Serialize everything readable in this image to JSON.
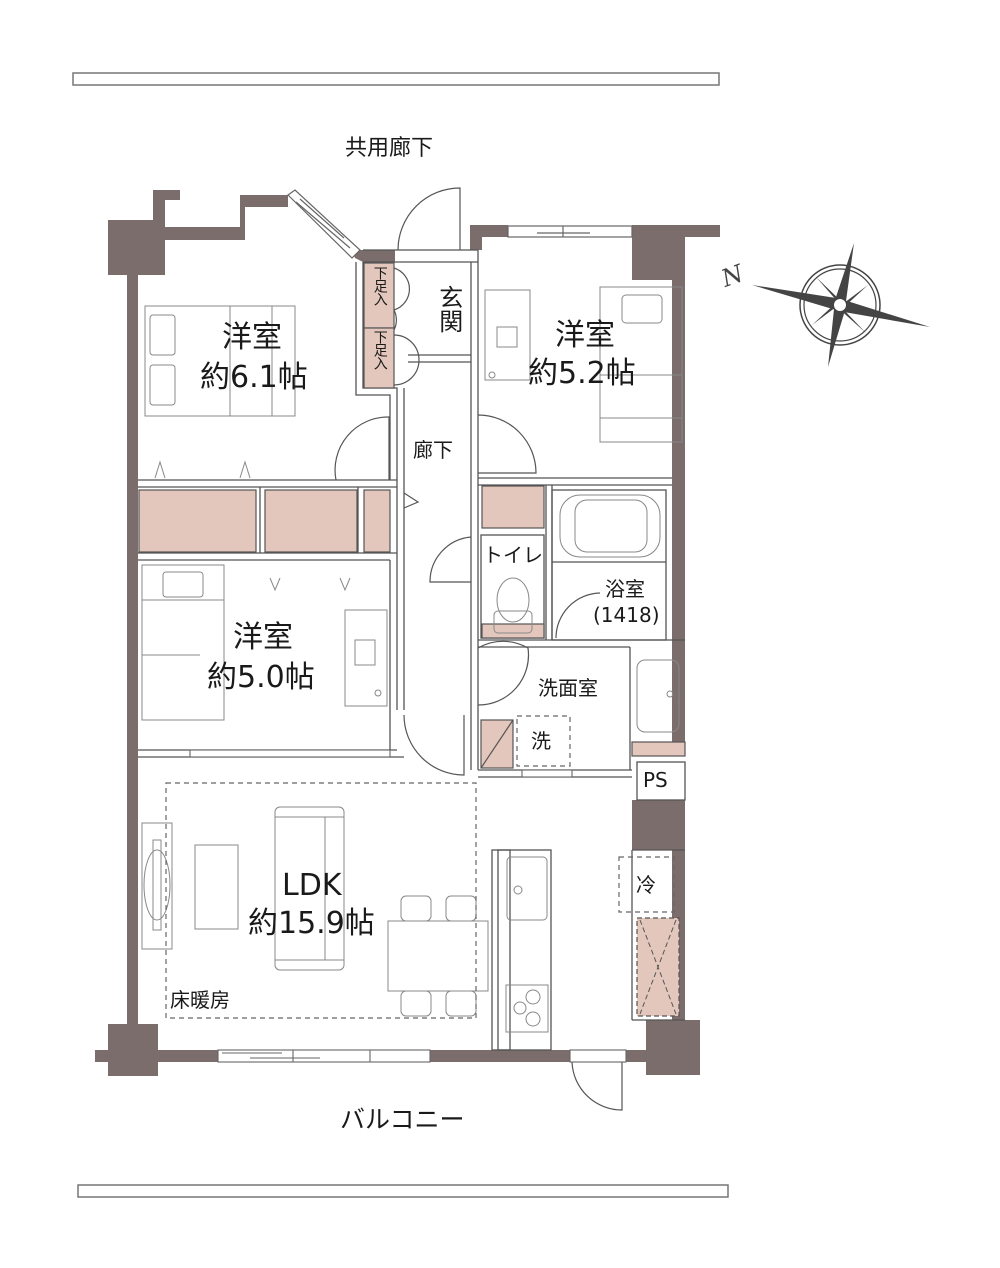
{
  "colors": {
    "wall": "#7a6d6b",
    "storage": "#e3c7bc",
    "line": "#555555",
    "thin_line": "#888888",
    "text": "#1a1a1a"
  },
  "outside": {
    "top_label": "共用廊下",
    "bottom_label": "バルコニー"
  },
  "compass": {
    "north_glyph": "N",
    "icon": "compass-rose-icon"
  },
  "rooms": {
    "bedroom1": {
      "name": "洋室",
      "size": "約6.1帖"
    },
    "bedroom2": {
      "name": "洋室",
      "size": "約5.2帖"
    },
    "bedroom3": {
      "name": "洋室",
      "size": "約5.0帖"
    },
    "ldk": {
      "name": "LDK",
      "size": "約15.9帖",
      "floor_heating": "床暖房"
    },
    "entrance": {
      "name": "玄関"
    },
    "hallway": {
      "name": "廊下"
    },
    "toilet": {
      "name": "トイレ"
    },
    "bath": {
      "name": "浴室",
      "size": "(1418)"
    },
    "washroom": {
      "name": "洗面室"
    }
  },
  "fixtures": {
    "shoe_cabinet_1": "下足入",
    "shoe_cabinet_2": "下足入",
    "washer": "洗",
    "refrigerator": "冷",
    "pipe_space": "PS"
  }
}
